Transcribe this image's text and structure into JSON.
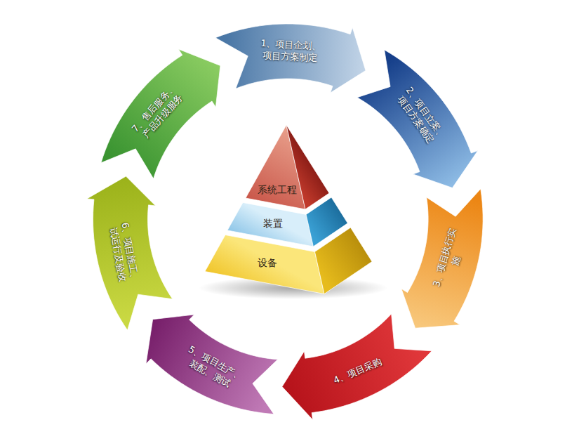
{
  "diagram": {
    "nodes": [
      {
        "text": [
          "1、项目企划、 项目方案制定"
        ]
      },
      {
        "text": [
          "2、项目立案、 项目方案确定"
        ]
      },
      {
        "text": [
          "3、项目执行实施"
        ]
      },
      {
        "text": [
          "4、项目采购"
        ]
      },
      {
        "text": [
          "5、项目生产、 装配、测试"
        ]
      },
      {
        "text": [
          "6、项目施工、 试运行及验收"
        ]
      },
      {
        "text": [
          "7、售后服务、 产品升级服务"
        ]
      },
      {
        "text": [
          "系统工程"
        ]
      },
      {
        "text": [
          "装置"
        ]
      },
      {
        "text": [
          "设备"
        ]
      }
    ]
  }
}
